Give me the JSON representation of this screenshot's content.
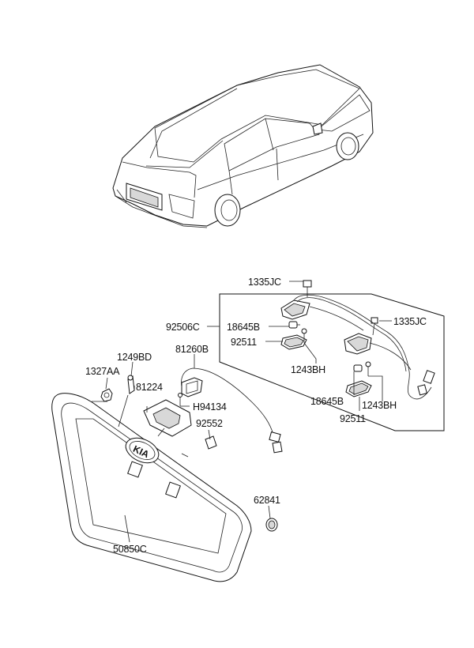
{
  "colors": {
    "ink": "#111111",
    "background": "#ffffff",
    "shade": "#d8d8d8"
  },
  "labels": {
    "l1335jc_top": "1335JC",
    "l1335jc_right": "1335JC",
    "l92506c": "92506C",
    "l18645b_upper": "18645B",
    "l92511_upper": "92511",
    "l1243bh_upper": "1243BH",
    "l81260b": "81260B",
    "l1249bd": "1249BD",
    "l1327aa": "1327AA",
    "l81224": "81224",
    "l18645b_lower": "18645B",
    "l1243bh_lower": "1243BH",
    "l92511_lower": "92511",
    "lh94134": "H94134",
    "l92552": "92552",
    "l62841": "62841",
    "l50850c": "50850C"
  }
}
